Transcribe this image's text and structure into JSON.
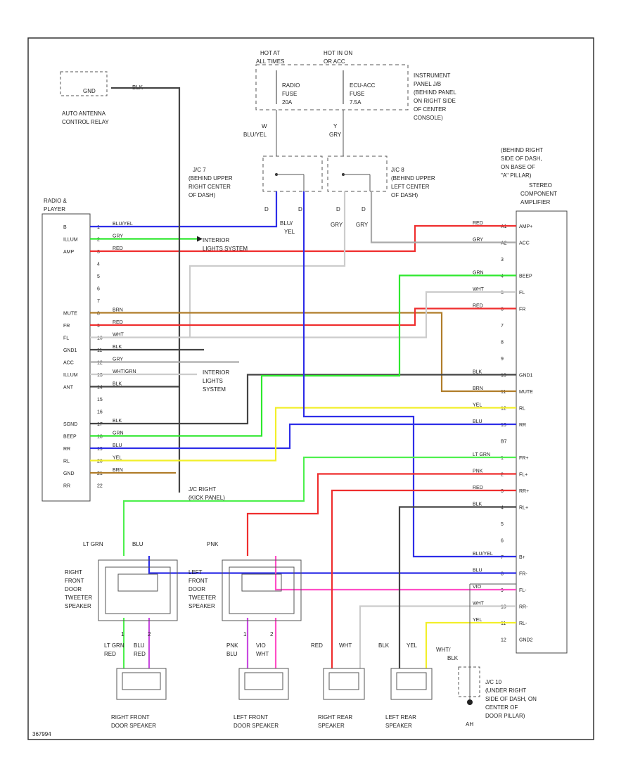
{
  "labels": {
    "hot_at": "HOT AT",
    "all_times": "ALL TIMES",
    "hot_in_on": "HOT IN ON",
    "hot_in_on_2": "OR ACC",
    "radio_fuse": [
      "RADIO",
      "FUSE",
      "20A"
    ],
    "ecu_acc_fuse": [
      "ECU-ACC",
      "FUSE",
      "7.5A"
    ],
    "instrument_panel": [
      "INSTRUMENT",
      "PANEL J/B",
      "(BEHIND PANEL",
      "ON RIGHT SIDE",
      "OF CENTER",
      "CONSOLE)"
    ],
    "gnd_relay": "GND",
    "blk": "BLK",
    "auto_antenna": [
      "AUTO ANTENNA",
      "CONTROL RELAY"
    ],
    "w_blu_yel": [
      "W",
      "BLU/YEL"
    ],
    "y_gry": [
      "Y",
      "GRY"
    ],
    "jc7": [
      "J/C 7",
      "(BEHIND UPPER",
      "RIGHT CENTER",
      "OF DASH)"
    ],
    "jc8": [
      "J/C 8",
      "(BEHIND UPPER",
      "LEFT CENTER",
      "OF DASH)"
    ],
    "d_blu_yel": [
      "D",
      "D",
      "BLU/",
      "YEL"
    ],
    "d_gry": [
      "D",
      "D",
      "GRY",
      "GRY"
    ],
    "amp_location": [
      "(BEHIND RIGHT",
      "SIDE OF DASH,",
      "ON BASE OF",
      "\"A\" PILLAR)"
    ],
    "amp_title": [
      "STEREO",
      "COMPONENT",
      "AMPLIFIER"
    ],
    "radio_title": [
      "RADIO &",
      "PLAYER"
    ],
    "interior_lights_1": [
      "INTERIOR",
      "LIGHTS SYSTEM"
    ],
    "interior_lights_2": [
      "INTERIOR",
      "LIGHTS",
      "SYSTEM"
    ],
    "jc_right_kick": [
      "J/C RIGHT",
      "(KICK PANEL)"
    ],
    "jc10": [
      "J/C 10",
      "(UNDER RIGHT",
      "SIDE OF DASH, ON",
      "CENTER OF",
      "DOOR PILLAR)"
    ],
    "ground_code": "AH",
    "wht_blk": [
      "WHT/",
      "BLK"
    ],
    "footer_code": "367994"
  },
  "radio_pins": [
    "B",
    "ILLUM",
    "AMP",
    "",
    "",
    "",
    "",
    "MUTE",
    "FR",
    "FL",
    "GND1",
    "ACC",
    "ILLUM",
    "ANT",
    "",
    "",
    "SGND",
    "BEEP",
    "RR",
    "RL",
    "GND",
    "RR"
  ],
  "radio_pin_nums": [
    "1",
    "2",
    "3",
    "4",
    "5",
    "6",
    "7",
    "8",
    "9",
    "10",
    "11",
    "12",
    "13",
    "14",
    "15",
    "16",
    "17",
    "18",
    "19",
    "20",
    "21",
    "22"
  ],
  "radio_wires": [
    "BLU/YEL",
    "GRY",
    "RED",
    "",
    "",
    "",
    "",
    "BRN",
    "RED",
    "WHT",
    "BLK",
    "GRY",
    "WHT/GRN",
    "BLK",
    "",
    "",
    "BLK",
    "GRN",
    "BLU",
    "YEL",
    "BRN",
    ""
  ],
  "amp_pins": [
    "AMP+",
    "ACC",
    "",
    "BEEP",
    "FL",
    "FR",
    "",
    "",
    "",
    "GND1",
    "MUTE",
    "RL",
    "RR",
    "",
    "FR+",
    "FL+",
    "RR+",
    "RL+",
    "",
    "",
    "B+",
    "FR-",
    "FL-",
    "RR-",
    "RL-",
    "GND2"
  ],
  "amp_pin_nums": [
    "A1",
    "A2",
    "3",
    "4",
    "5",
    "6",
    "7",
    "8",
    "9",
    "10",
    "11",
    "12",
    "13",
    "B7",
    "1",
    "2",
    "3",
    "4",
    "5",
    "6",
    "7",
    "8",
    "9",
    "10",
    "11",
    "12"
  ],
  "amp_wires": [
    "RED",
    "GRY",
    "",
    "GRN",
    "WHT",
    "RED",
    "",
    "",
    "",
    "BLK",
    "BRN",
    "YEL",
    "BLU",
    "",
    "LT GRN",
    "PNK",
    "RED",
    "BLK",
    "",
    "",
    "BLU/YEL",
    "BLU",
    "VIO",
    "WHT",
    "YEL",
    ""
  ],
  "tweeters": [
    {
      "name": [
        "RIGHT",
        "FRONT",
        "DOOR",
        "TWEETER",
        "SPEAKER"
      ],
      "wire_top": [
        "LT GRN",
        "BLU"
      ]
    },
    {
      "name": [
        "LEFT",
        "FRONT",
        "DOOR",
        "TWEETER",
        "SPEAKER"
      ],
      "wire_top": [
        "PNK",
        ""
      ]
    }
  ],
  "speakers": [
    {
      "name": [
        "RIGHT FRONT",
        "DOOR SPEAKER"
      ],
      "wires": [
        "LT GRN",
        "RED",
        "BLU",
        "RED"
      ],
      "pins": [
        "1",
        "2"
      ]
    },
    {
      "name": [
        "LEFT FRONT",
        "DOOR SPEAKER"
      ],
      "wires": [
        "PNK",
        "BLU",
        "VIO",
        "WHT"
      ],
      "pins": [
        "1",
        "2"
      ]
    },
    {
      "name": [
        "RIGHT REAR",
        "SPEAKER"
      ],
      "wires": [
        "RED",
        "WHT"
      ],
      "pins": [
        "",
        ""
      ]
    },
    {
      "name": [
        "LEFT REAR",
        "SPEAKER"
      ],
      "wires": [
        "BLK",
        "YEL"
      ],
      "pins": [
        "",
        ""
      ]
    }
  ],
  "colors": {
    "frame": "#333333",
    "blu": "#2e2ee8",
    "grn": "#2ee82e",
    "red": "#ef2e2e",
    "brn": "#b07d2a",
    "blk": "#444444",
    "gry": "#aaaaaa",
    "yel": "#f2ef2a",
    "vio": "#c84ae0",
    "pnk": "#ff4ec6",
    "wht": "#cccccc",
    "ltgrn": "#4ff04f"
  }
}
